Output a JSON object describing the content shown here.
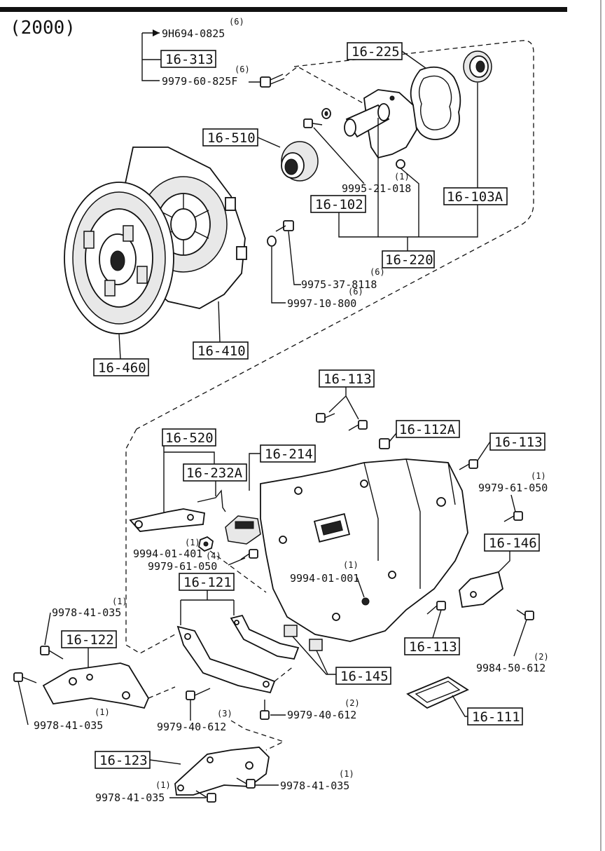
{
  "header": {
    "year": "(2000)"
  },
  "boxed_parts": {
    "p16_313": "16-313",
    "p16_225": "16-225",
    "p16_510": "16-510",
    "p16_102": "16-102",
    "p16_103A": "16-103A",
    "p16_220": "16-220",
    "p16_410": "16-410",
    "p16_460": "16-460",
    "p16_113_top": "16-113",
    "p16_112A": "16-112A",
    "p16_113_right": "16-113",
    "p16_520": "16-520",
    "p16_214": "16-214",
    "p16_232A": "16-232A",
    "p16_146": "16-146",
    "p16_121": "16-121",
    "p16_122": "16-122",
    "p16_113_low": "16-113",
    "p16_145": "16-145",
    "p16_111": "16-111",
    "p16_123": "16-123"
  },
  "part_numbers": {
    "pn_9H694": {
      "text": "9H694-0825",
      "qty": "(6)"
    },
    "pn_9979_60_825F": {
      "text": "9979-60-825F",
      "qty": "(6)"
    },
    "pn_9995_21_018": {
      "text": "9995-21-018",
      "qty": "(1)"
    },
    "pn_9975_37_8118": {
      "text": "9975-37-8118",
      "qty": "(6)"
    },
    "pn_9997_10_800": {
      "text": "9997-10-800",
      "qty": "(6)"
    },
    "pn_9979_61_050_r": {
      "text": "9979-61-050",
      "qty": "(1)"
    },
    "pn_9994_01_401": {
      "text": "9994-01-401",
      "qty_a": "(1)",
      "qty_b": "(4)"
    },
    "pn_9979_61_050_l": {
      "text": "9979-61-050"
    },
    "pn_9994_01_001": {
      "text": "9994-01-001",
      "qty": "(1)"
    },
    "pn_9978_41_035_a": {
      "text": "9978-41-035",
      "qty": "(1)"
    },
    "pn_9978_41_035_b": {
      "text": "9978-41-035",
      "qty": "(1)"
    },
    "pn_9979_40_612_a": {
      "text": "9979-40-612",
      "qty": "(3)"
    },
    "pn_9979_40_612_b": {
      "text": "9979-40-612",
      "qty": "(2)"
    },
    "pn_9984_50_612": {
      "text": "9984-50-612",
      "qty": "(2)"
    },
    "pn_9978_41_035_c": {
      "text": "9978-41-035",
      "qty": "(1)"
    },
    "pn_9978_41_035_d": {
      "text": "9978-41-035",
      "qty": "(1)"
    }
  }
}
